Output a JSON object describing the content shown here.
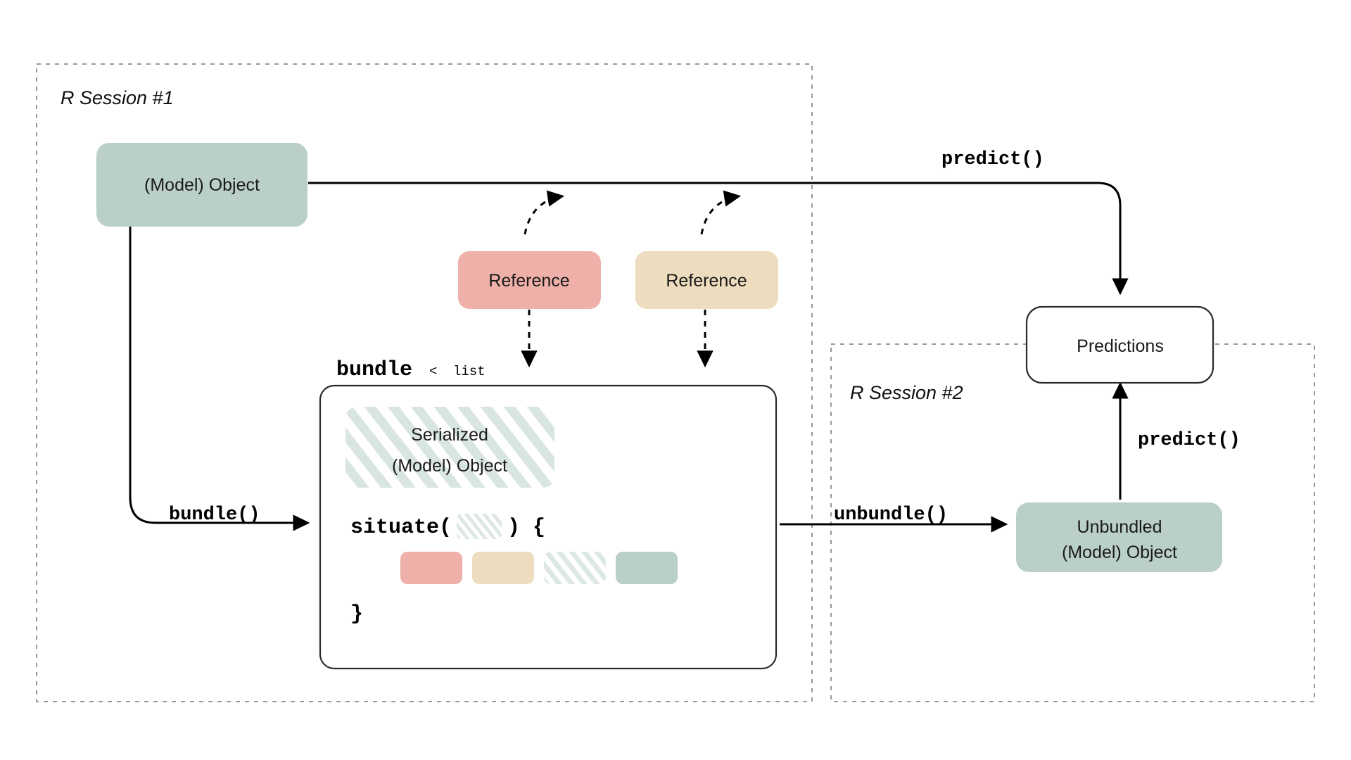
{
  "palette": {
    "green": "#b9cfc8",
    "green_stripe": "#d8e5e0",
    "pink": "#eeb0a8",
    "tan": "#eddcbd",
    "dashed_border": "#9a9a9a",
    "line": "#000000",
    "box_border": "#2b2b2b",
    "background": "#ffffff",
    "text": "#1a1a1a"
  },
  "sessions": {
    "one": {
      "label": "R Session #1"
    },
    "two": {
      "label": "R Session #2"
    }
  },
  "nodes": {
    "model_object": {
      "label": "(Model) Object"
    },
    "reference_pink": {
      "label": "Reference"
    },
    "reference_tan": {
      "label": "Reference"
    },
    "serialized_object": {
      "line1": "Serialized",
      "line2": "(Model) Object"
    },
    "predictions": {
      "label": "Predictions"
    },
    "unbundled_object": {
      "line1": "Unbundled",
      "line2": "(Model) Object"
    }
  },
  "bundle_box": {
    "title_main": "bundle",
    "title_sep": "<",
    "title_class": "list",
    "code_open_a": "situate(",
    "code_open_b": ") {",
    "code_close": "}",
    "swatches": [
      {
        "name": "swatch-pink",
        "fill": "pink"
      },
      {
        "name": "swatch-tan",
        "fill": "tan"
      },
      {
        "name": "swatch-striped",
        "fill": "striped"
      },
      {
        "name": "swatch-green",
        "fill": "green"
      }
    ]
  },
  "edges": {
    "bundle": {
      "label": "bundle()"
    },
    "unbundle": {
      "label": "unbundle()"
    },
    "predict_top": {
      "label": "predict()"
    },
    "predict_session2": {
      "label": "predict()"
    }
  }
}
